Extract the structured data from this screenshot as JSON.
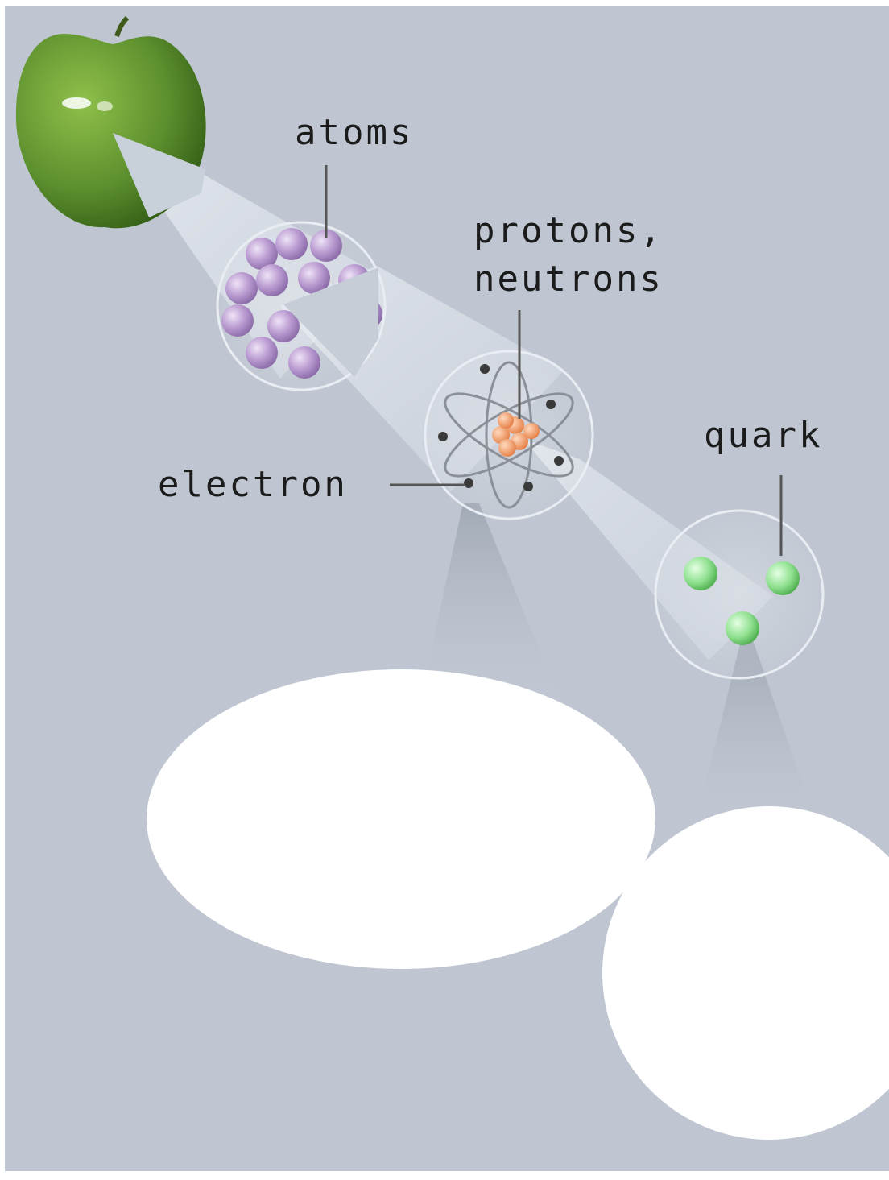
{
  "labels": {
    "atoms": "atoms",
    "protons_line1": "protons,",
    "protons_line2": "neutrons",
    "quark": "quark",
    "electron": "electron"
  },
  "colors": {
    "background": "#bfc6d1",
    "apple": "#5c8f2e",
    "atom": "#b99ad0",
    "nucleon": "#f0a070",
    "electron": "#3a3a3a",
    "quark": "#8fe08f",
    "blank_balloon": "#ffffff"
  }
}
